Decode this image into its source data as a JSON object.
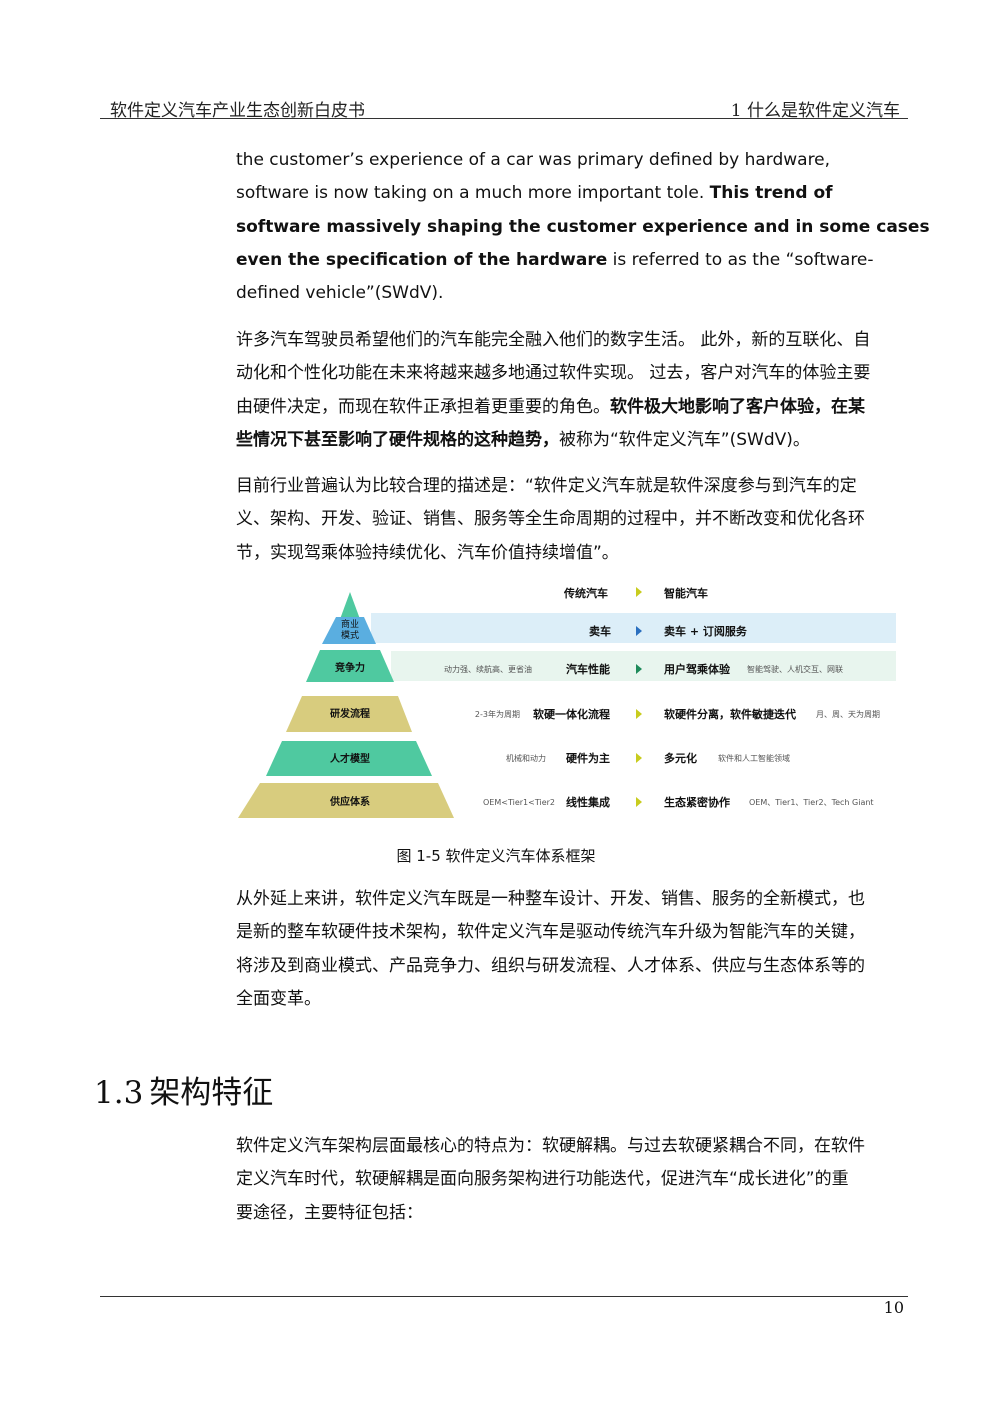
{
  "header": {
    "left": "软件定义汽车产业生态创新白皮书",
    "right": "1  什么是软件定义汽车"
  },
  "para_en": {
    "l1": "the customer’s experience of a car was primary defined by hardware,",
    "l2a": "software is now taking on a much more important tole. ",
    "l2b": "This trend of",
    "l3": "software massively shaping the customer experience and in some cases",
    "l4a": "even the specification of the hardware",
    "l4b": " is referred to as the “software-",
    "l5": "defined vehicle”(SWdV)."
  },
  "para_cn1": {
    "l1": "许多汽车驾驶员希望他们的汽车能完全融入他们的数字生活。 此外，新的互联化、自",
    "l2": "动化和个性化功能在未来将越来越多地通过软件实现。 过去，客户对汽车的体验主要",
    "l3a": "由硬件决定，而现在软件正承担着更重要的角色。",
    "l3b": "软件极大地影响了客户体验，在某",
    "l4a": "些情况下甚至影响了硬件规格的这种趋势，",
    "l4b": "被称为“软件定义汽车”(SWdV)。"
  },
  "para_cn2": {
    "l1": "目前行业普遍认为比较合理的描述是：“软件定义汽车就是软件深度参与到汽车的定",
    "l2": "义、架构、开发、验证、销售、服务等全生命周期的过程中，并不断改变和优化各环",
    "l3": "节，实现驾乘体验持续优化、汽车价值持续增值”。"
  },
  "figure": {
    "col_left": "传统汽车",
    "col_right": "智能汽车",
    "colors": {
      "teal": "#4fc9a0",
      "blue": "#5aaee0",
      "olive": "#d8cc7e",
      "arrow": "#c8cc1e",
      "arrow_blue": "#2a6fbf"
    },
    "layers": [
      {
        "label": "商业\n模式",
        "label_l1": "商业",
        "label_l2": "模式",
        "left_note": "",
        "left": "卖车",
        "right": "卖车 + 订阅服务",
        "right_note": ""
      },
      {
        "label_l1": "竞争力",
        "left_note": "动力强、续航高、更省油",
        "left": "汽车性能",
        "right": "用户驾乘体验",
        "right_note": "智能驾驶、人机交互、网联"
      },
      {
        "label_l1": "研发流程",
        "left_note": "2-3年为周期",
        "left": "软硬一体化流程",
        "right": "软硬件分离，软件敏捷迭代",
        "right_note": "月、周、天为周期"
      },
      {
        "label_l1": "人才模型",
        "left_note": "机械和动力",
        "left": "硬件为主",
        "right": "多元化",
        "right_note": "软件和人工智能领域"
      },
      {
        "label_l1": "供应体系",
        "left_note": "OEM<Tier1<Tier2",
        "left": "线性集成",
        "right": "生态紧密协作",
        "right_note": "OEM、Tier1、Tier2、Tech Giant"
      }
    ],
    "caption": "图  1-5  软件定义汽车体系框架"
  },
  "para_cn3": {
    "l1": "从外延上来讲，软件定义汽车既是一种整车设计、开发、销售、服务的全新模式，也",
    "l2": "是新的整车软硬件技术架构，软件定义汽车是驱动传统汽车升级为智能汽车的关键，",
    "l3": "将涉及到商业模式、产品竞争力、组织与研发流程、人才体系、供应与生态体系等的",
    "l4": "全面变革。"
  },
  "section": {
    "number": "1.3",
    "title": "架构特征"
  },
  "para_cn4": {
    "l1": "软件定义汽车架构层面最核心的特点为：软硬解耦。与过去软硬紧耦合不同，在软件",
    "l2": "定义汽车时代，软硬解耦是面向服务架构进行功能迭代，促进汽车“成长进化”的重",
    "l3": "要途径，主要特征包括："
  },
  "footer": {
    "page": "10"
  }
}
